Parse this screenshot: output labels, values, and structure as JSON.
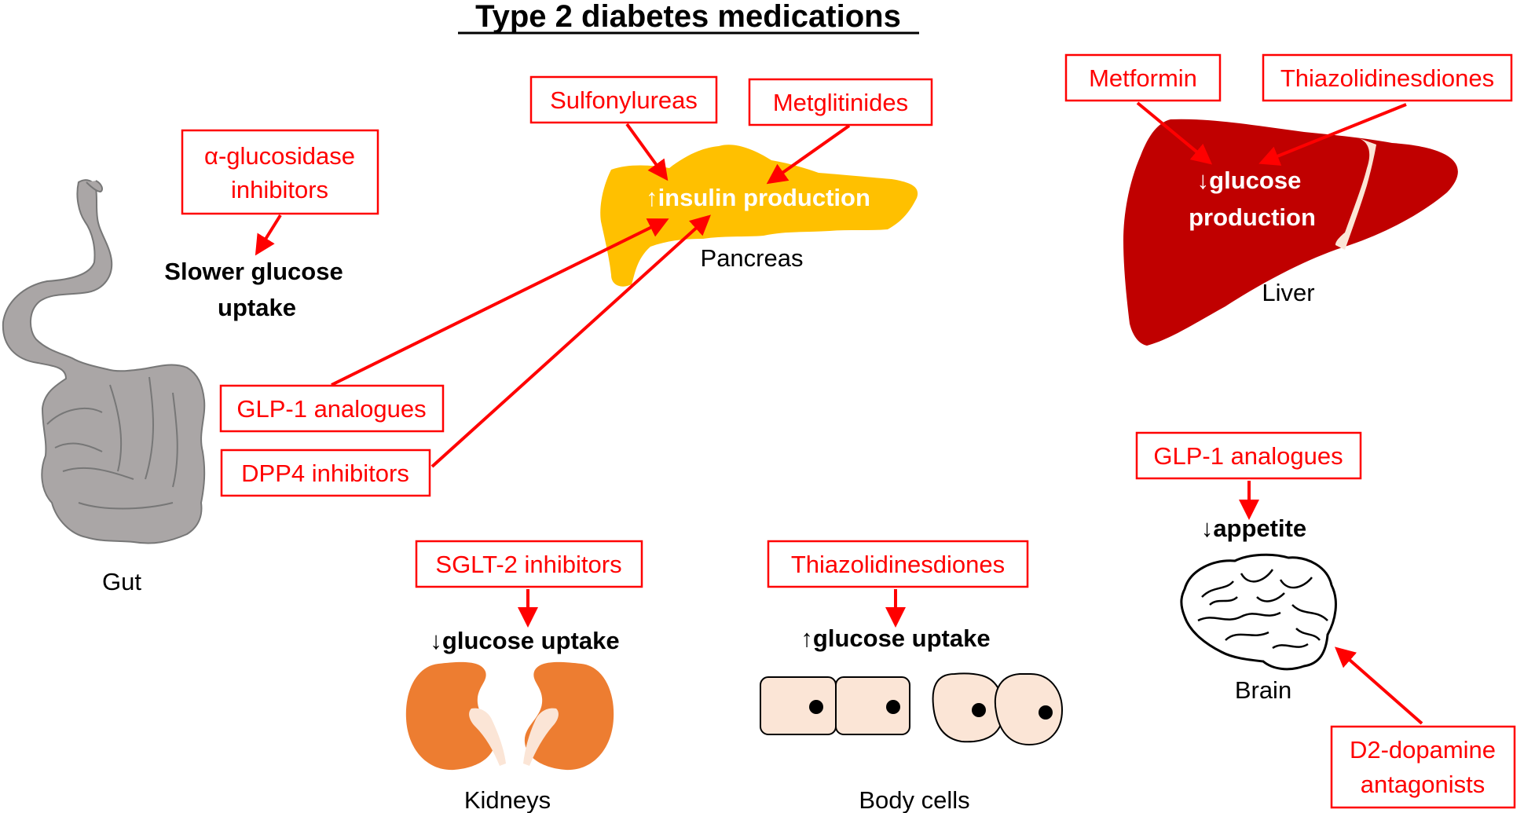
{
  "title": "Type 2 diabetes medications",
  "colors": {
    "drug": "#ff0000",
    "gut": "#aaa6a6",
    "pancreas": "#ffc000",
    "liver": "#c00000",
    "kidney": "#ed7d31",
    "cell": "#fbe5d6"
  },
  "organs": {
    "gut": "Gut",
    "pancreas": "Pancreas",
    "liver": "Liver",
    "kidneys": "Kidneys",
    "body_cells": "Body cells",
    "brain": "Brain"
  },
  "effects": {
    "gut": [
      "Slower glucose",
      "uptake"
    ],
    "pancreas": "↑insulin production",
    "liver": [
      "↓glucose",
      "production"
    ],
    "kidneys": "↓glucose uptake",
    "body_cells": "↑glucose uptake",
    "brain": "↓appetite"
  },
  "drugs": {
    "alpha_glucosidase": [
      "α-glucosidase",
      "inhibitors"
    ],
    "sulfonylureas": "Sulfonylureas",
    "metglitinides": "Metglitinides",
    "metformin": "Metformin",
    "thiazolidinediones_liver": "Thiazolidinesdiones",
    "glp1_gut": "GLP-1 analogues",
    "dpp4": "DPP4 inhibitors",
    "sglt2": "SGLT-2 inhibitors",
    "thiazolidinediones_cells": "Thiazolidinesdiones",
    "glp1_brain": "GLP-1 analogues",
    "d2_dopamine": [
      "D2-dopamine",
      "antagonists"
    ]
  }
}
